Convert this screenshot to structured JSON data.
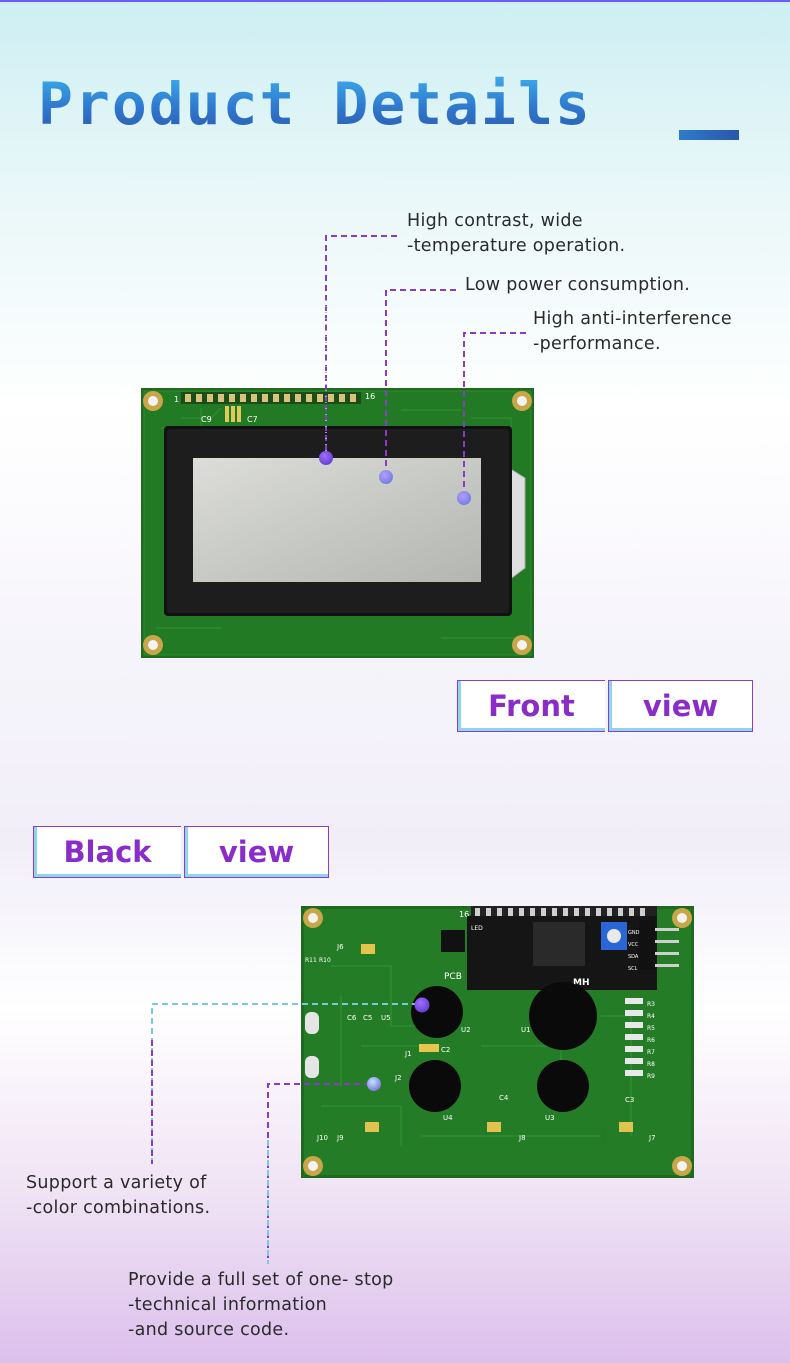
{
  "title": "Product Details",
  "front": {
    "callouts": [
      "High contrast, wide\n-temperature operation.",
      "Low power consumption.",
      "High anti-interference\n-performance."
    ],
    "tag_left": "Front",
    "tag_right": "view",
    "board_labels": {
      "pin1": "1",
      "pin16": "16",
      "c9": "C9",
      "c7": "C7"
    }
  },
  "back": {
    "tag_left": "Black",
    "tag_right": "view",
    "callouts": [
      "Support a variety of\n-color combinations.",
      "Provide a full set of one- stop\n-technical information\n-and source code."
    ],
    "board_labels": {
      "pcb": "PCB",
      "u1": "U1",
      "u2": "U2",
      "u3": "U3",
      "u4": "U4",
      "u5": "U5",
      "j1": "J1",
      "j2": "J2",
      "j6": "J6",
      "j7": "J7",
      "j8": "J8",
      "j9": "J9",
      "j10": "J10",
      "c2": "C2",
      "c3": "C3",
      "c4": "C4",
      "c5": "C5",
      "c6": "C6",
      "r10": "R10",
      "r11": "R11",
      "r3": "R3",
      "r4": "R4",
      "r5": "R5",
      "r6": "R6",
      "r7": "R7",
      "r8": "R8",
      "r9": "R9",
      "mh": "MH",
      "led": "LED",
      "gnd": "GND",
      "vcc": "VCC",
      "sda": "SDA",
      "scl": "SCL",
      "pin16": "16"
    }
  },
  "colors": {
    "accent_purple": "#8a2cc8",
    "accent_cyan": "#8fd6e4",
    "title_blue": "#2f78cf",
    "pcb_green": "#1f6a1f"
  }
}
